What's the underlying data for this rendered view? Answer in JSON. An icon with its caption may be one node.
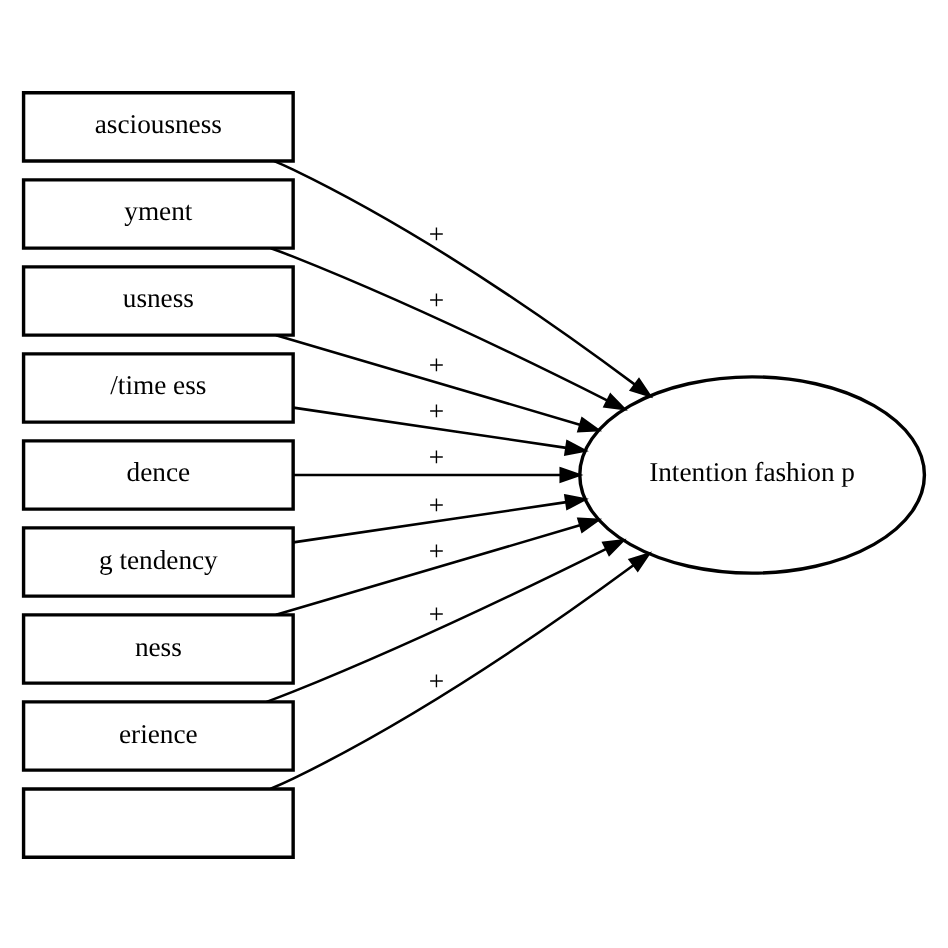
{
  "diagram": {
    "nodes": [
      {
        "text": [
          "asciousness"
        ]
      },
      {
        "text": [
          "yment"
        ]
      },
      {
        "text": [
          "usness"
        ]
      },
      {
        "text": [
          "/time ess"
        ]
      },
      {
        "text": [
          "dence"
        ]
      },
      {
        "text": [
          "g tendency"
        ]
      },
      {
        "text": [
          "ness"
        ]
      },
      {
        "text": [
          "erience"
        ]
      },
      {
        "text": [],
        "shape": "box"
      },
      {
        "text": [
          "Intention fashion p"
        ]
      }
    ],
    "edges": [
      {
        "from": 0,
        "to": 9,
        "arrow": "to",
        "label": "+"
      },
      {
        "from": 1,
        "to": 9,
        "arrow": "to",
        "label": "+"
      },
      {
        "from": 2,
        "to": 9,
        "arrow": "to",
        "label": "+"
      },
      {
        "from": 3,
        "to": 9,
        "arrow": "to",
        "label": "+"
      },
      {
        "from": 4,
        "to": 9,
        "arrow": "to",
        "label": "+"
      },
      {
        "from": 5,
        "to": 9,
        "arrow": "to",
        "label": "+"
      },
      {
        "from": 6,
        "to": 9,
        "arrow": "to",
        "label": "+"
      },
      {
        "from": 7,
        "to": 9,
        "arrow": "to",
        "label": "+"
      },
      {
        "from": 8,
        "to": 9,
        "arrow": "to",
        "label": "+"
      }
    ]
  }
}
